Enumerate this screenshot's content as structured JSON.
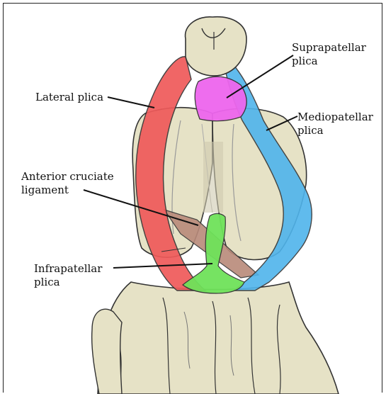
{
  "labels": {
    "suprapatellar": "Suprapatellar\nplica",
    "lateral": "Lateral plica",
    "mediopatellar": "Mediopatellar\nplica",
    "acl": "Anterior cruciate\nligament",
    "infrapatellar": "Infrapatellar\nplica"
  },
  "colors": {
    "bone": "#e6e2c6",
    "bone_shadow": "#bdb89a",
    "lateral_plica": "#ef5a5a",
    "medial_plica": "#4fb4ec",
    "suprapatellar_plica": "#ee66ee",
    "infrapatellar_plica": "#6fe25a",
    "acl": "#b98a7a"
  }
}
